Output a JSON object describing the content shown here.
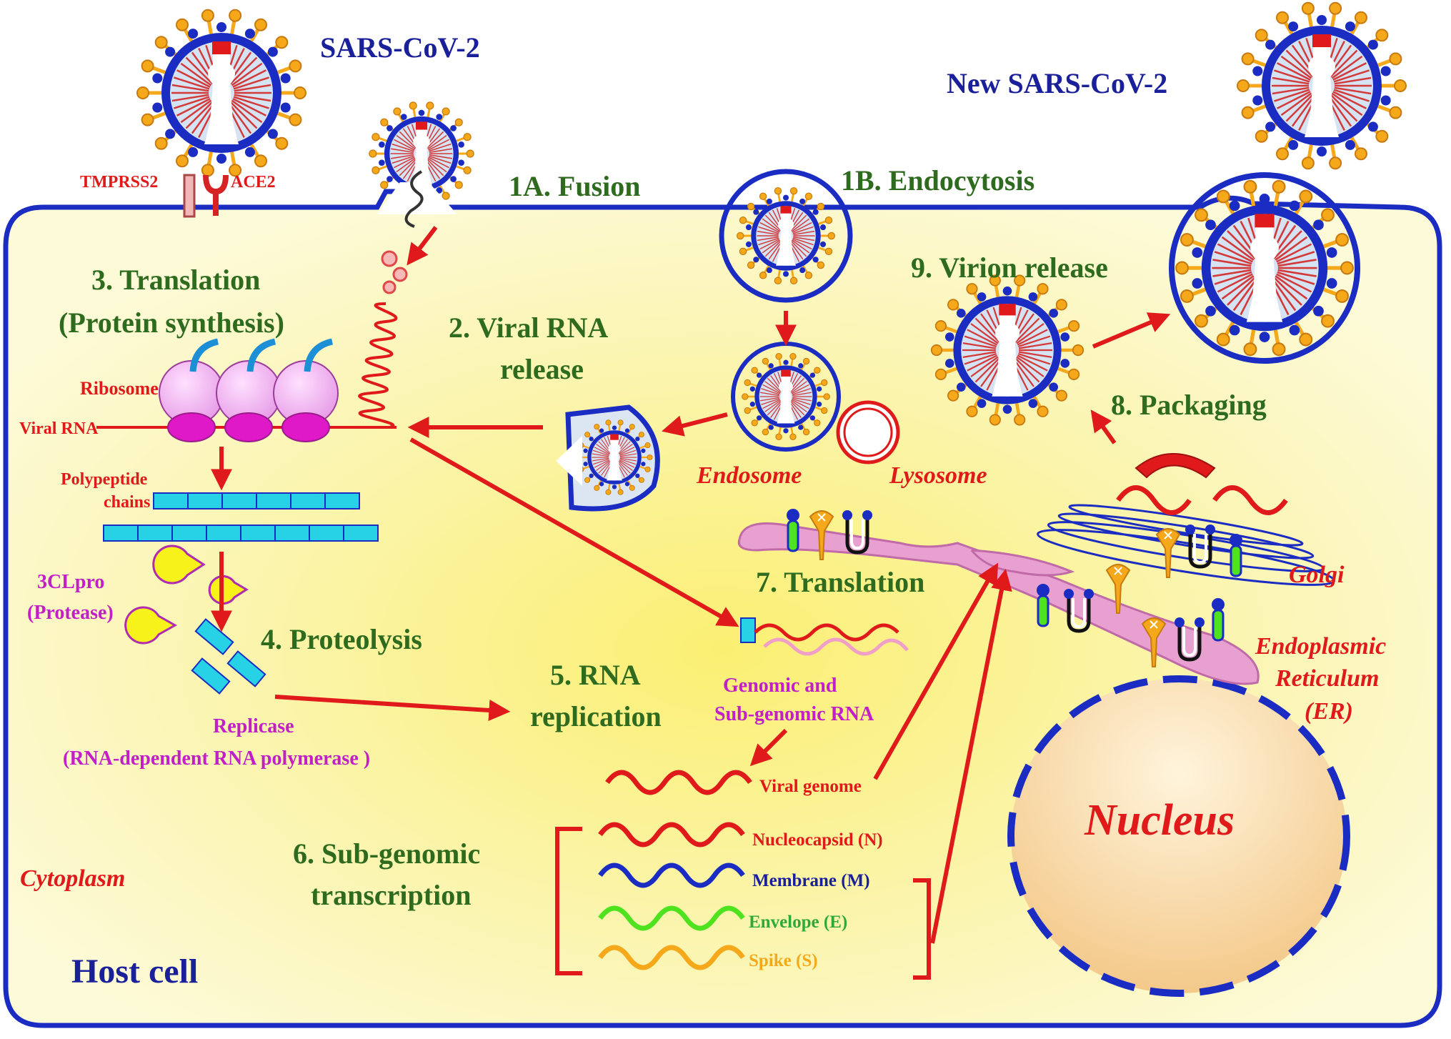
{
  "labels": {
    "sars_cov_2": "SARS-CoV-2",
    "new_sars_cov_2": "New SARS-CoV-2",
    "tmprss2": "TMPRSS2",
    "ace2": "ACE2",
    "fusion": "1A. Fusion",
    "endocytosis": "1B. Endocytosis",
    "translation_line1": "3. Translation",
    "translation_line2": "(Protein synthesis)",
    "viral_rna_release_line1": "2. Viral RNA",
    "viral_rna_release_line2": "release",
    "ribosome": "Ribosome",
    "viral_rna": "Viral RNA",
    "polypeptide_line1": "Polypeptide",
    "polypeptide_line2": "chains",
    "clpro_line1": "3CLpro",
    "clpro_line2": "(Protease)",
    "proteolysis": "4. Proteolysis",
    "replicase_line1": "Replicase",
    "replicase_line2": "(RNA-dependent RNA polymerase )",
    "rna_replication_line1": "5. RNA",
    "rna_replication_line2": "replication",
    "genomic_line1": "Genomic and",
    "genomic_line2": "Sub-genomic RNA",
    "translation7": "7. Translation",
    "endosome": "Endosome",
    "lysosome": "Lysosome",
    "virion_release": "9. Virion release",
    "packaging": "8. Packaging",
    "golgi": "Golgi",
    "er_line1": "Endoplasmic",
    "er_line2": "Reticulum",
    "er_line3": "(ER)",
    "nucleus": "Nucleus",
    "viral_genome": "Viral genome",
    "nucleocapsid": "Nucleocapsid (N)",
    "membrane": "Membrane (M)",
    "envelope": "Envelope (E)",
    "spike": "Spike (S)",
    "subgenomic_line1": "6. Sub-genomic",
    "subgenomic_line2": "transcription",
    "cytoplasm": "Cytoplasm",
    "host_cell": "Host cell"
  },
  "colors": {
    "step_green": "#2e6b1f",
    "title_blue": "#1a1f9a",
    "accent_red": "#e01a1a",
    "magenta": "#c21fc8",
    "cell_fill": "#fbf6b0",
    "nucleocapsid": "#e01a1a",
    "membrane": "#1a2cc2",
    "envelope": "#4fe21f",
    "spike": "#f5a81a"
  }
}
